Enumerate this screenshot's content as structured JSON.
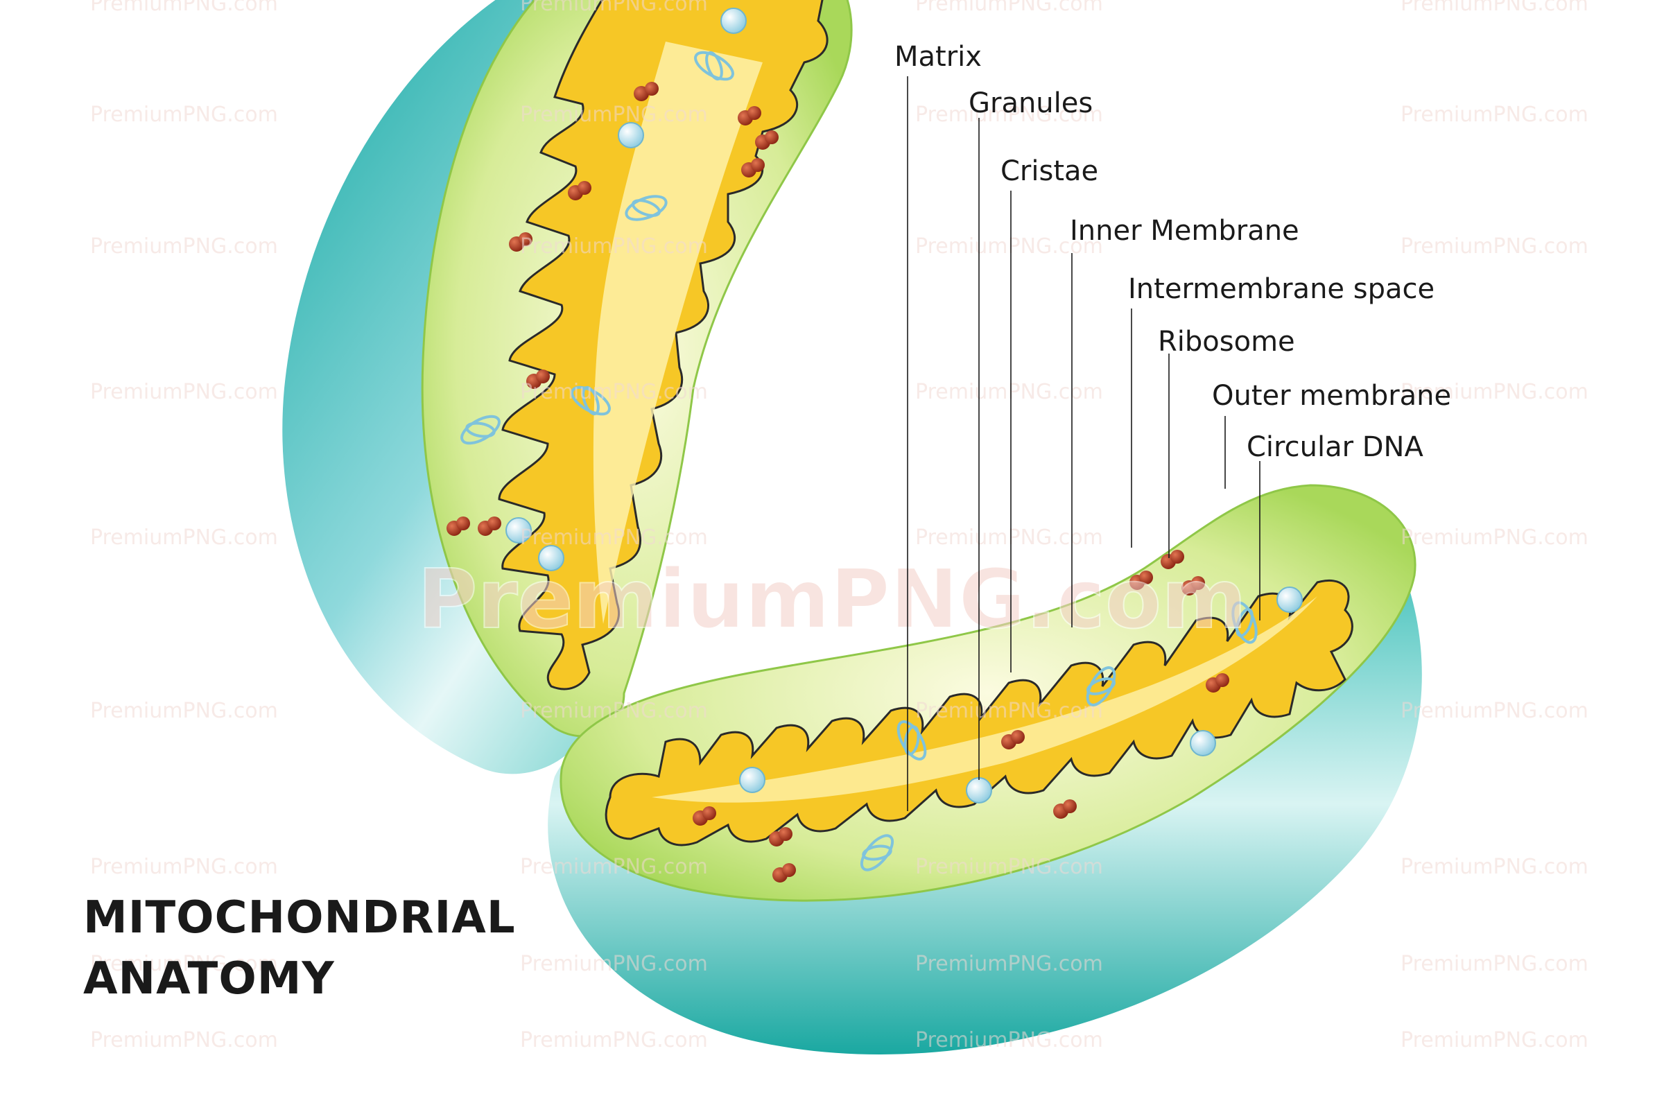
{
  "title": {
    "line1": "MITOCHONDRIAL",
    "line2": "ANATOMY"
  },
  "labels": {
    "matrix": "Matrix",
    "granules": "Granules",
    "cristae": "Cristae",
    "inner_membrane": "Inner Membrane",
    "intermembrane_space": "Intermembrane space",
    "ribosome": "Ribosome",
    "outer_membrane": "Outer membrane",
    "circular_dna": "Circular DNA"
  },
  "watermark": {
    "main": "PremiumPNG.com",
    "tile": "PremiumPNG.com"
  },
  "colors": {
    "outer_shell": "#1fb5ad",
    "outer_highlight": "#d9f4f3",
    "intermembrane": "#c6e47a",
    "inner_fill": "#f6c726",
    "matrix_light": "#fff2a8",
    "ribosome": "#a8321d",
    "granule": "#9fd6e8",
    "dna": "#7fc3dc"
  },
  "icons": {
    "ribosome": "ribosome-dot-icon",
    "granule": "granule-sphere-icon",
    "dna": "circular-dna-icon"
  }
}
